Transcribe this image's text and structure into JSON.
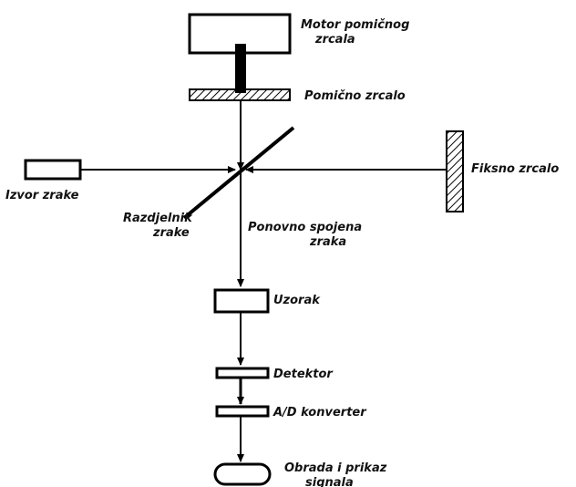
{
  "labels": {
    "motor_line1": "Motor pomičnog",
    "motor_line2": "zrcala",
    "movable_mirror": "Pomično zrcalo",
    "fixed_mirror": "Fiksno zrcalo",
    "source": "Izvor zrake",
    "splitter_line1": "Razdjelnik",
    "splitter_line2": "zrake",
    "recombined_line1": "Ponovno spojena",
    "recombined_line2": "zraka",
    "sample": "Uzorak",
    "detector": "Detektor",
    "ad_converter": "A/D konverter",
    "processing_line1": "Obrada i prikaz",
    "processing_line2": "signala"
  },
  "colors": {
    "ink": "#000000",
    "background": "#ffffff"
  }
}
